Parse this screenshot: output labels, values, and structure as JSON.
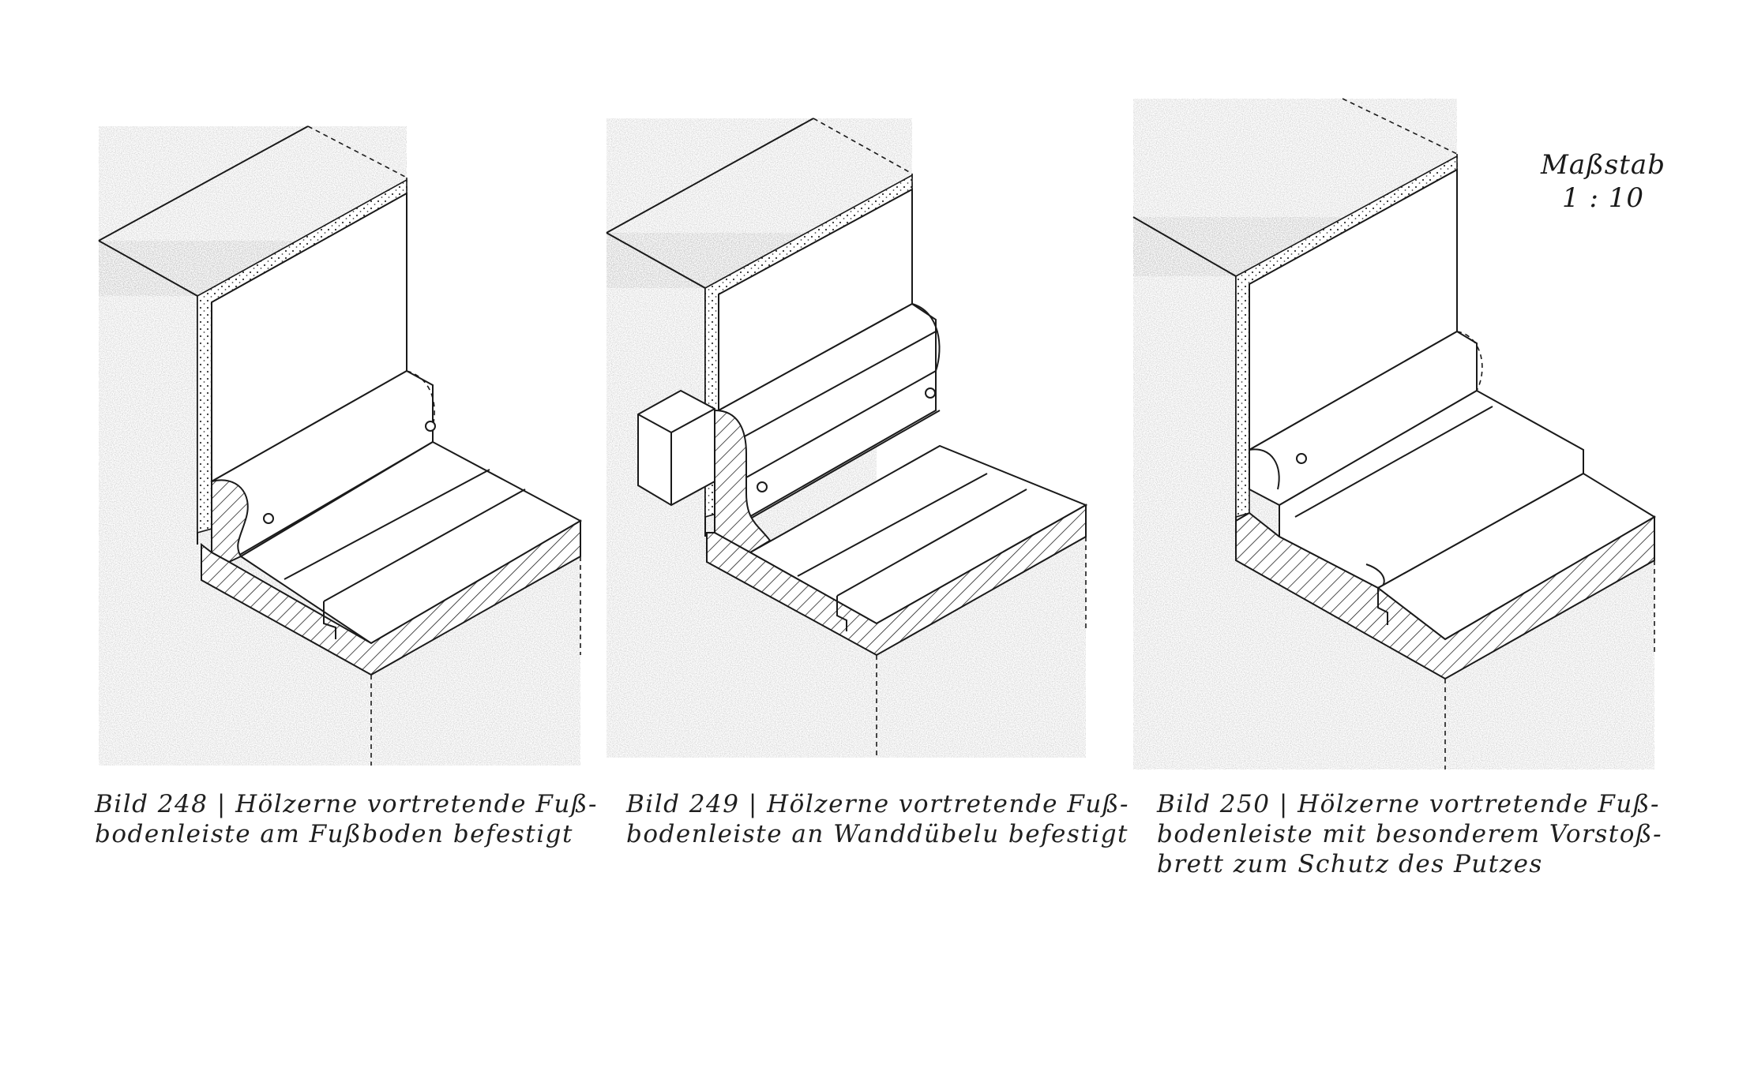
{
  "scale": {
    "label": "Maßstab",
    "ratio": "1 : 10"
  },
  "figures": [
    {
      "lines": [
        "Bild 248 | Hölzerne vortretende Fuß-",
        "bodenleiste am Fußboden befestigt"
      ]
    },
    {
      "lines": [
        "Bild 249 | Hölzerne vortretende Fuß-",
        "bodenleiste an Wanddübelu befestigt"
      ]
    },
    {
      "lines": [
        "Bild 250 | Hölzerne vortretende Fuß-",
        "bodenleiste mit besonderem Vorstoß-",
        "brett zum Schutz des Putzes"
      ]
    }
  ],
  "colors": {
    "ink": "#1a1a1a",
    "stone": "#dcdcdc",
    "paper": "#ffffff"
  }
}
